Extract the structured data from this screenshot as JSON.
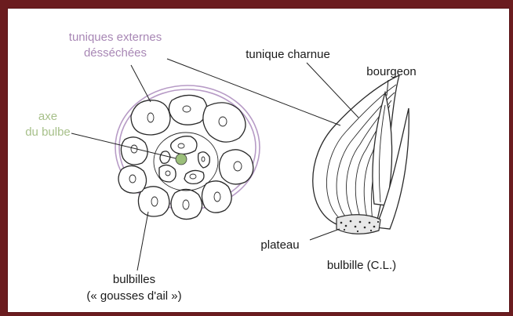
{
  "labels": {
    "tuniques_line1": "tuniques externes",
    "tuniques_line2": "désséchées",
    "axe_line1": "axe",
    "axe_line2": "du bulbe",
    "bulbilles_line1": "bulbilles",
    "bulbilles_line2": "(« gousses d'ail »)",
    "tunique_charnue": "tunique charnue",
    "bourgeon": "bourgeon",
    "plateau": "plateau",
    "bulbille_caption": "bulbille (C.L.)"
  },
  "colors": {
    "frame": "#6b1c1f",
    "tunic_pink": "#b79bc6",
    "axis_green": "#a7c08a",
    "axis_fill": "#9bbf7a"
  }
}
